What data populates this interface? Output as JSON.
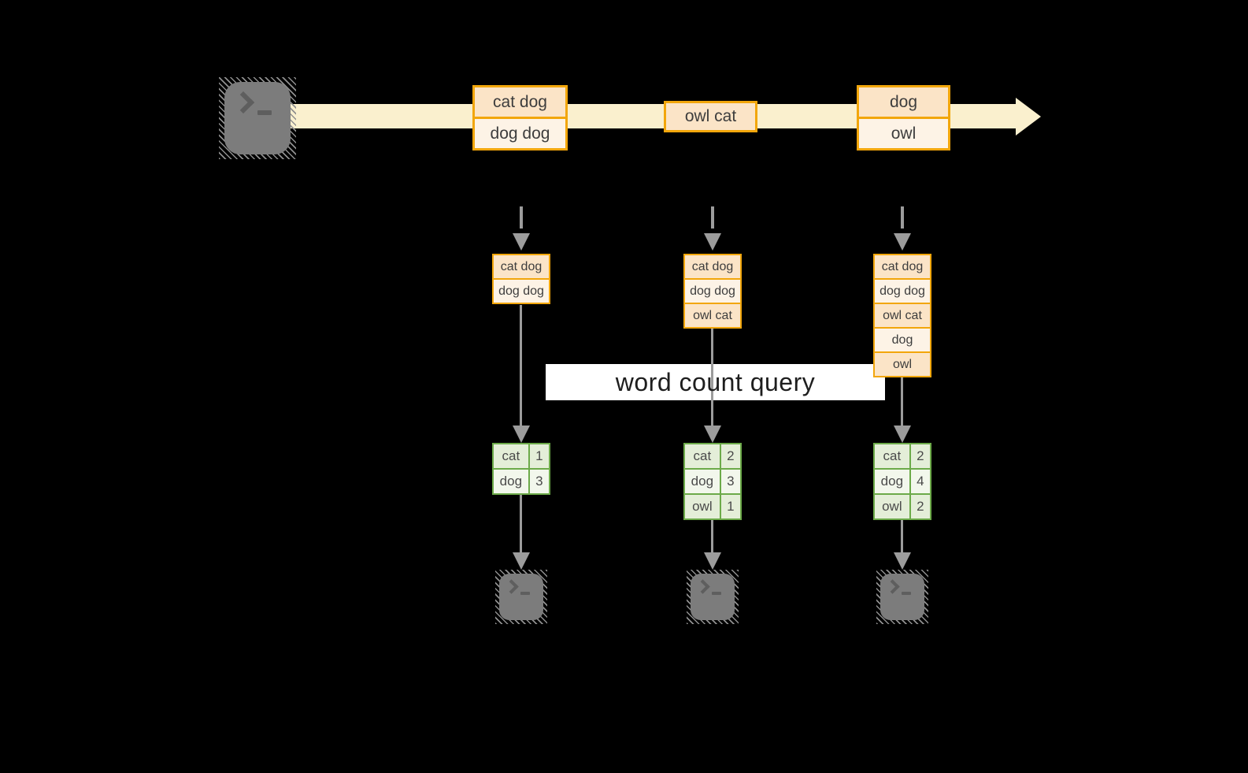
{
  "diagram": {
    "kind": "streaming-word-count",
    "background": "#000000"
  },
  "colors": {
    "stream_band": "#faf0ce",
    "event_border": "#f2a60b",
    "event_fill_dark": "#fbe4c7",
    "event_fill_light": "#fdf3e6",
    "arrow_gray": "#9c9c9c",
    "result_border": "#6caa49",
    "result_fill_dark": "#e4eed8",
    "result_fill_light": "#f2f7ec",
    "banner_bg": "#ffffff",
    "terminal_gray": "#7c7c7c"
  },
  "source": {
    "icon": "terminal-icon"
  },
  "stream": {
    "events": [
      {
        "lines": [
          "cat dog",
          "dog dog"
        ]
      },
      {
        "lines": [
          "owl cat"
        ]
      },
      {
        "lines": [
          "dog",
          "owl"
        ]
      }
    ]
  },
  "states": [
    {
      "lines": [
        "cat dog",
        "dog dog"
      ]
    },
    {
      "lines": [
        "cat dog",
        "dog dog",
        "owl cat"
      ]
    },
    {
      "lines": [
        "cat dog",
        "dog dog",
        "owl cat",
        "dog",
        "owl"
      ]
    }
  ],
  "query": {
    "label": "word count query"
  },
  "results": [
    {
      "rows": [
        [
          "cat",
          "1"
        ],
        [
          "dog",
          "3"
        ]
      ]
    },
    {
      "rows": [
        [
          "cat",
          "2"
        ],
        [
          "dog",
          "3"
        ],
        [
          "owl",
          "1"
        ]
      ]
    },
    {
      "rows": [
        [
          "cat",
          "2"
        ],
        [
          "dog",
          "4"
        ],
        [
          "owl",
          "2"
        ]
      ]
    }
  ],
  "sinks": [
    {
      "icon": "terminal-icon"
    },
    {
      "icon": "terminal-icon"
    },
    {
      "icon": "terminal-icon"
    }
  ]
}
